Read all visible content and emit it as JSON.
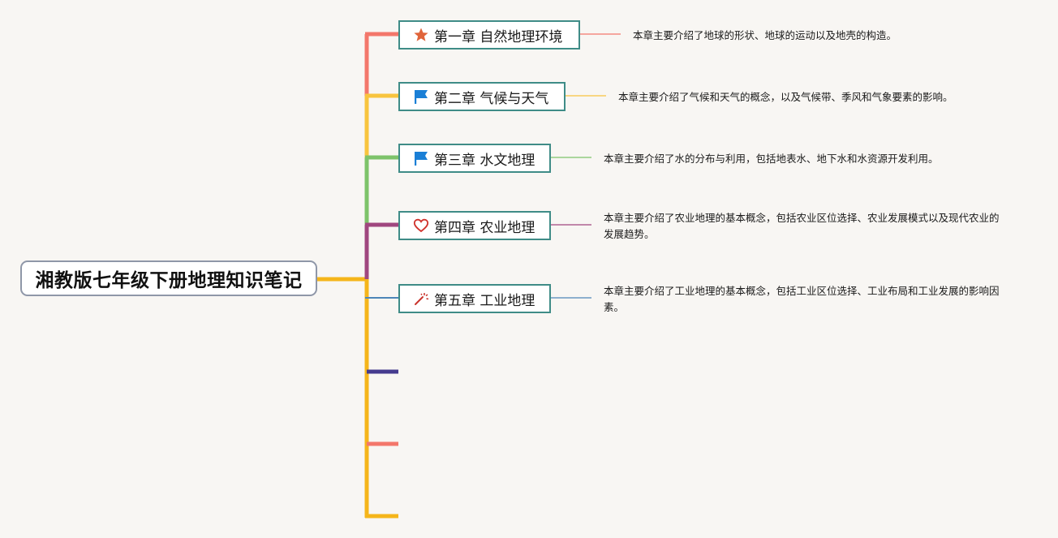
{
  "root": {
    "title": "湘教版七年级下册地理知识笔记"
  },
  "topics": [
    {
      "label": "第一章 自然地理环境",
      "icon": "star-icon",
      "color": "#f3776b",
      "note": "本章主要介绍了地球的形状、地球的运动以及地壳的构造。"
    },
    {
      "label": "第二章 气候与天气",
      "icon": "flag-icon",
      "color": "#f8c43e",
      "note": "本章主要介绍了气候和天气的概念，以及气候带、季风和气象要素的影响。"
    },
    {
      "label": "第三章 水文地理",
      "icon": "flag-icon",
      "color": "#7dc36a",
      "note": "本章主要介绍了水的分布与利用，包括地表水、地下水和水资源开发利用。"
    },
    {
      "label": "第四章 农业地理",
      "icon": "heart-icon",
      "color": "#a0477f",
      "note": "本章主要介绍了农业地理的基本概念，包括农业区位选择、农业发展模式以及现代农业的发展趋势。"
    },
    {
      "label": "第五章 工业地理",
      "icon": "magic-wand-icon",
      "color": "#4d86b8",
      "note": "本章主要介绍了工业地理的基本概念，包括工业区位选择、工业布局和工业发展的影响因素。"
    }
  ],
  "trunk_color": "#f5b51a",
  "extra_branch_colors": [
    "#453b8e",
    "#f3776b",
    "#f5b51a"
  ]
}
